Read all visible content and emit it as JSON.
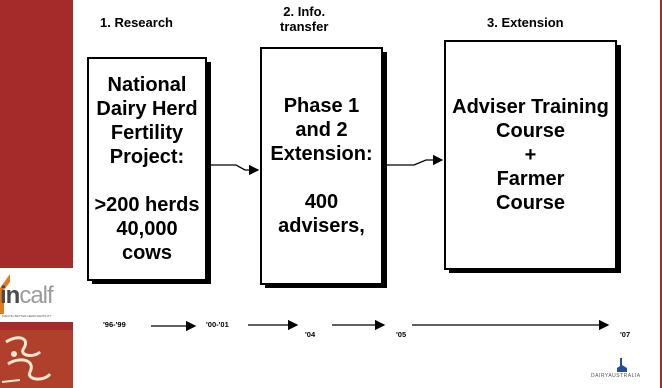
{
  "stages": [
    {
      "label": "1. Research"
    },
    {
      "label": "2. Info.\ntransfer"
    },
    {
      "label": "3. Extension"
    }
  ],
  "boxes": [
    {
      "text": "National\nDairy Herd\nFertility\nProject:\n\n>200 herds\n40,000\ncows"
    },
    {
      "text": "Phase 1\nand 2\nExtension:\n\n400\nadvisers,"
    },
    {
      "text": "Adviser Training\nCourse\n+\nFarmer\nCourse"
    }
  ],
  "timeline": [
    "'96-'99",
    "'00-'01",
    "'04",
    "'05",
    "'07"
  ],
  "logos": {
    "incalf": {
      "text_in": "in",
      "text_calf": "calf",
      "tagline": "MAKING BETTER HERD FERTILITY"
    },
    "dairy_australia": {
      "text": "DAIRYAUSTRALIA"
    }
  },
  "colors": {
    "accent": "#a52a2a",
    "border": "#000000",
    "background": "#ffffff"
  }
}
